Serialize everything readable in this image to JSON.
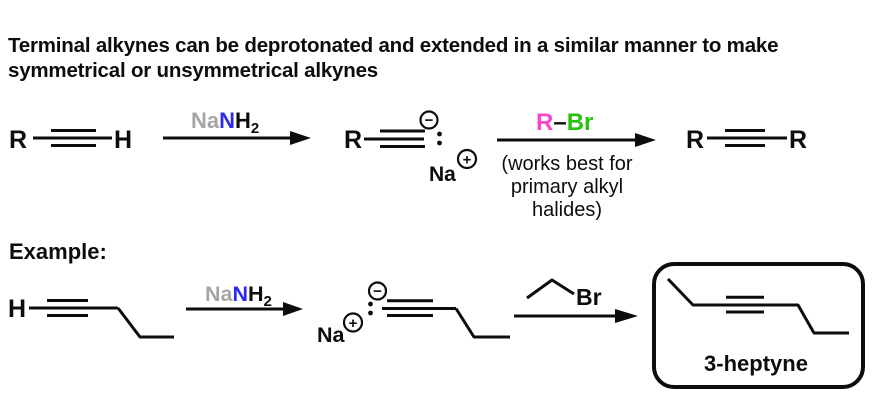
{
  "title": {
    "line1": "Terminal alkynes can be deprotonated and extended in a similar manner to make",
    "line2": "symmetrical or unsymmetrical alkynes"
  },
  "colors": {
    "ink": "#0d0d0d",
    "gray": "#a5a5a5",
    "blue": "#2d2af0",
    "pink": "#f747d0",
    "green": "#2bbf12"
  },
  "symbols": {
    "minus": "−",
    "plus": "+"
  },
  "general": {
    "alkyne": {
      "r": "R",
      "h": "H"
    },
    "reagent": {
      "na": "Na",
      "n": "N",
      "h": "H",
      "sub": "2"
    },
    "anion": {
      "r": "R",
      "na": "Na"
    },
    "alkyl_halide": {
      "r": "R",
      "bond": "–",
      "br": "Br"
    },
    "note": {
      "line1": "(works best for",
      "line2": "primary alkyl",
      "line3": "halides)"
    },
    "product": {
      "r_left": "R",
      "r_right": "R"
    }
  },
  "example": {
    "heading": "Example:",
    "terminal_h": "H",
    "reagent": {
      "na": "Na",
      "n": "N",
      "h": "H",
      "sub": "2"
    },
    "anion_na": "Na",
    "bromide": {
      "br": "Br"
    },
    "product_name": "3-heptyne"
  }
}
